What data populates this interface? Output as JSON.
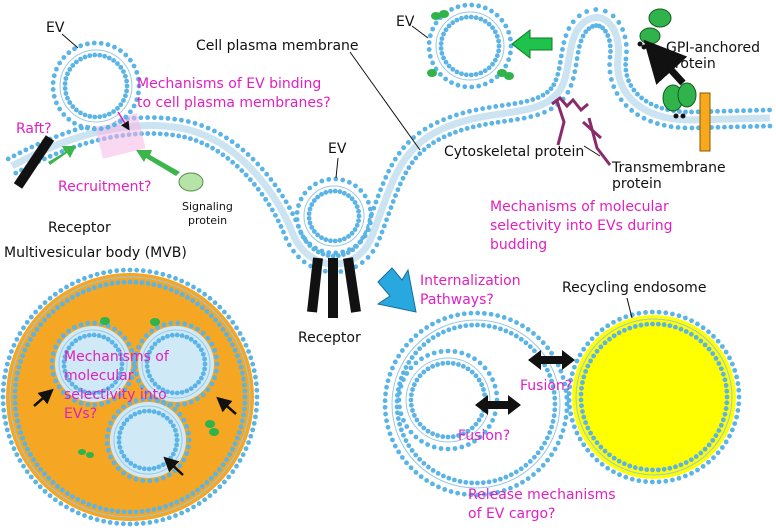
{
  "colors": {
    "lipid_head": "#5ab4e6",
    "lipid_tail": "#9ac8e6",
    "question": "#e020c0",
    "mvb_fill": "#f5a623",
    "vesicle_fill": "#cfe9f7",
    "endosome_fill": "#ffff00",
    "green_arrow": "#3cb54a",
    "blue_arrow": "#29a8e0",
    "protein_green": "#2fb34a",
    "signal_protein": "#b6e3a8",
    "transmembrane": "#f7a81b",
    "cytoskeleton": "#8a2b6b",
    "raft": "#f6b8e6"
  },
  "icons": [
    "receptor-bar-icon",
    "black-arrow-icon",
    "green-arrow-icon",
    "blue-arrow-icon",
    "double-arrow-icon",
    "protein-icon"
  ],
  "labels": {
    "ev_top_left": "EV",
    "ev_top_right": "EV",
    "ev_center": "EV",
    "cell_plasma_membrane": "Cell plasma membrane",
    "raft": "Raft?",
    "recruitment": "Recruitment?",
    "receptor_left": "Receptor",
    "receptor_center": "Receptor",
    "signaling_protein": [
      "Signaling",
      "protein"
    ],
    "gpi_anchored_protein": [
      "GPI-anchored",
      "protein"
    ],
    "transmembrane_protein": [
      "Transmembrane",
      "protein"
    ],
    "cytoskeletal_protein": "Cytoskeletal protein",
    "mvb": "Multivesicular body (MVB)",
    "recycling_endosome": "Recycling endosome"
  },
  "questions": {
    "binding": [
      "Mechanisms of EV binding",
      "to cell plasma membranes?"
    ],
    "budding_selectivity": [
      "Mechanisms of molecular",
      "selectivity into EVs during",
      "budding"
    ],
    "internalization": [
      "Internalization",
      "Pathways?"
    ],
    "mvb_selectivity": [
      "Mechanisms of",
      "molecular",
      "selectivity into",
      "EVs?"
    ],
    "fusion_upper": "Fusion?",
    "fusion_lower": "Fusion?",
    "release": [
      "Release mechanisms",
      "of EV cargo?"
    ]
  }
}
